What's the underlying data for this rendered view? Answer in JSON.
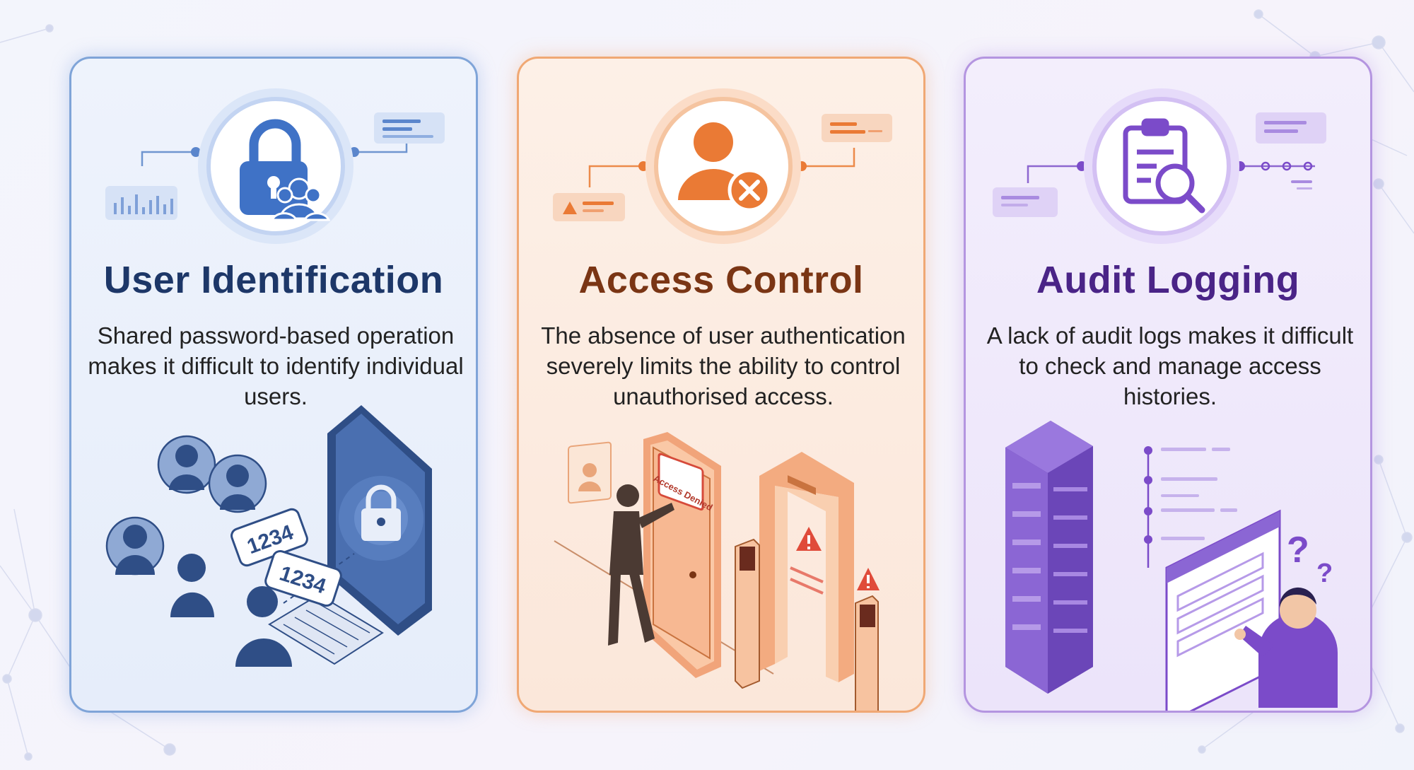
{
  "cards": [
    {
      "title": "User Identification",
      "description": "Shared password-based operation makes it difficult to identify individual users.",
      "accent": "#3f72c6",
      "icon": "lock-users-icon",
      "illustration": "shared-password-users",
      "badge_1": "1234",
      "badge_2": "1234"
    },
    {
      "title": "Access Control",
      "description": "The absence of user authentication severely limits the ability to control unauthorised access.",
      "accent": "#ea7a35",
      "icon": "user-denied-icon",
      "illustration": "access-denied-door",
      "door_sign": "Access Denied"
    },
    {
      "title": "Audit Logging",
      "description": "A lack of audit logs makes it difficult to check and manage access histories.",
      "accent": "#7b4bc9",
      "icon": "clipboard-search-icon",
      "illustration": "server-log-confusion"
    }
  ]
}
